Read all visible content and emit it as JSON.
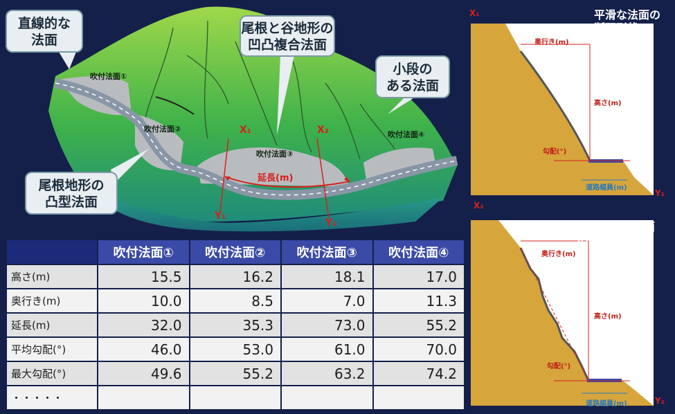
{
  "landscape": {
    "bubbles": {
      "straight": "直線的な\n法面",
      "ridge_valley": "尾根と谷地形の\n凹凸複合法面",
      "small_step": "小段の\nある法面",
      "ridge_convex": "尾根地形の\n凸型法面"
    },
    "slope_labels": [
      "吹付法面①",
      "吹付法面②",
      "吹付法面③",
      "吹付法面④"
    ],
    "markers": {
      "x1": "X₁",
      "x2": "X₂",
      "y1": "Y₁",
      "y2": "Y₂",
      "extension": "延長(m)"
    }
  },
  "table": {
    "headers": [
      "",
      "吹付法面①",
      "吹付法面②",
      "吹付法面③",
      "吹付法面④"
    ],
    "rows": [
      {
        "label": "高さ(m)",
        "values": [
          "15.5",
          "16.2",
          "18.1",
          "17.0"
        ]
      },
      {
        "label": "奥行き(m)",
        "values": [
          "10.0",
          "8.5",
          "7.0",
          "11.3"
        ]
      },
      {
        "label": "延長(m)",
        "values": [
          "32.0",
          "35.3",
          "73.0",
          "55.2"
        ]
      },
      {
        "label": "平均勾配(°)",
        "values": [
          "46.0",
          "53.0",
          "61.0",
          "70.0"
        ]
      },
      {
        "label": "最大勾配(°)",
        "values": [
          "49.6",
          "55.2",
          "63.2",
          "74.2"
        ]
      },
      {
        "label": "・・・・・",
        "values": [
          "",
          "",
          "",
          ""
        ]
      }
    ]
  },
  "smooth_section": {
    "title": "平滑な法面の\n断面形状",
    "x_label": "X₁",
    "y_label": "Y₁",
    "depth": "奥行き(m)",
    "height": "高さ(m)",
    "gradient": "勾配(°)",
    "road_width": "道路幅員(m)"
  },
  "rough_section": {
    "title": "凹凸のある法面\nの断面形状",
    "x_label": "X₂",
    "y_label": "Y₂",
    "depth": "奥行き(m)",
    "height": "高さ(m)",
    "gradient": "勾配(°)",
    "road_width": "道路幅員(m)"
  }
}
